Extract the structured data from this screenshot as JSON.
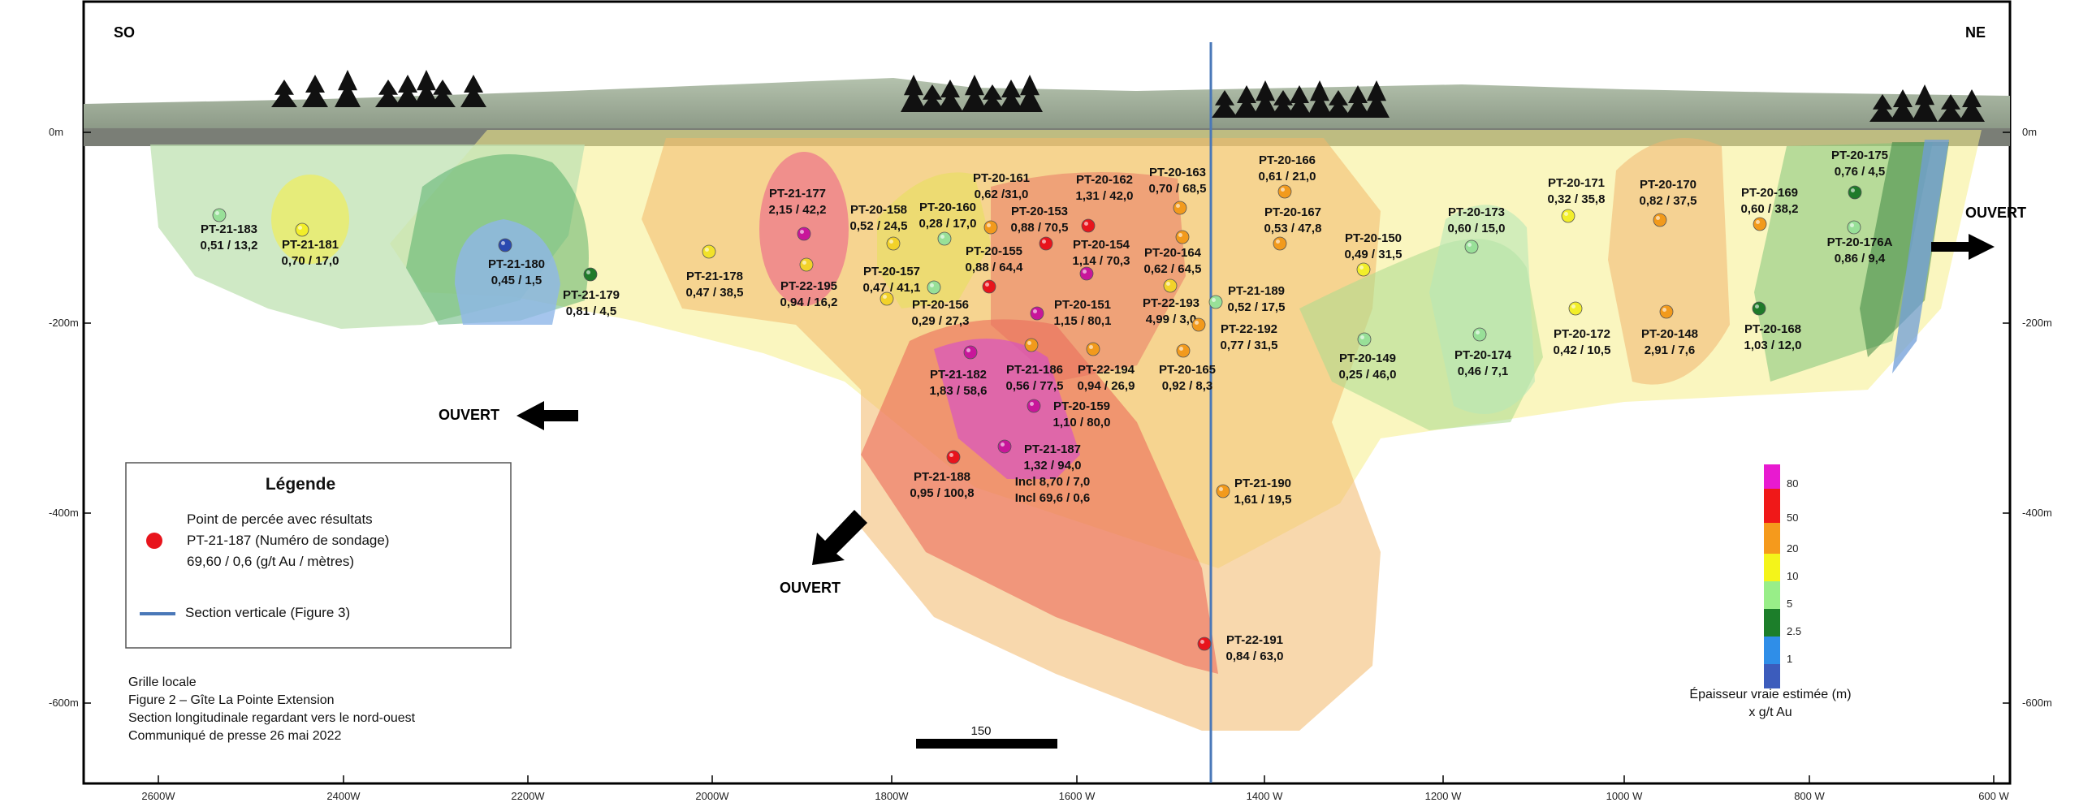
{
  "corners": {
    "left": "SO",
    "right": "NE"
  },
  "open_label": "OUVERT",
  "depth_labels": [
    {
      "value": 0,
      "label": "0m"
    },
    {
      "value": -200,
      "label": "-200m"
    },
    {
      "value": -400,
      "label": "-400m"
    },
    {
      "value": -600,
      "label": "-600m"
    }
  ],
  "x_ticks": [
    "2600W",
    "2400W",
    "2200W",
    "2000W",
    "1800W",
    "1600 W",
    "1400 W",
    "1200 W",
    "1000 W",
    "800 W",
    "600 W"
  ],
  "legend": {
    "title": "Légende",
    "line1": "Point de percée avec résultats",
    "line2": "PT-21-187 (Numéro de sondage)",
    "line3": "69,60 / 0,6 (g/t Au / mètres)",
    "section_label": "Section verticale (Figure 3)",
    "point_color": "#e8141c",
    "section_color": "#4a78b8"
  },
  "caption": [
    "Grille locale",
    "Figure 2 – Gîte La Pointe Extension",
    "Section longitudinale regardant vers le nord-ouest",
    "Communiqué de presse 26 mai 2022"
  ],
  "scale_bar": {
    "label": "150"
  },
  "color_scale": {
    "title_line1": "Épaisseur vraie estimée (m)",
    "title_line2": "x g/t Au",
    "bands": [
      {
        "label": "80",
        "color": "#e81ad0"
      },
      {
        "label": "50",
        "color": "#f01818"
      },
      {
        "label": "20",
        "color": "#f59a1c"
      },
      {
        "label": "10",
        "color": "#f4f41a"
      },
      {
        "label": "5",
        "color": "#98ee88"
      },
      {
        "label": "2.5",
        "color": "#1c7e2a"
      },
      {
        "label": "1",
        "color": "#2f8ee8"
      },
      {
        "label": "",
        "color": "#3c5cbc"
      }
    ]
  },
  "drill_holes": [
    {
      "id": "PT-21-183",
      "result": "0,51 / 13,2",
      "color": "#98e098"
    },
    {
      "id": "PT-21-181",
      "result": "0,70 / 17,0",
      "color": "#f2ee2a"
    },
    {
      "id": "PT-21-180",
      "result": "0,45 / 1,5",
      "color": "#2a4ab0"
    },
    {
      "id": "PT-21-179",
      "result": "0,81 / 4,5",
      "color": "#1f7a2a"
    },
    {
      "id": "PT-21-178",
      "result": "0,47 / 38,5",
      "color": "#f2e22a"
    },
    {
      "id": "PT-21-177",
      "result": "2,15 / 42,2",
      "color": "#c8169a"
    },
    {
      "id": "PT-22-195",
      "result": "0,94 / 16,2",
      "color": "#f2d22a"
    },
    {
      "id": "PT-20-158",
      "result": "0,52 / 24,5",
      "color": "#f2d22a"
    },
    {
      "id": "PT-20-160",
      "result": "0,28 / 17,0",
      "color": "#98e098"
    },
    {
      "id": "PT-20-161",
      "result": "0,62 /31,0",
      "color": "#f29a1c"
    },
    {
      "id": "PT-20-153",
      "result": "0,88 / 70,5",
      "color": "#e8141c"
    },
    {
      "id": "PT-20-162",
      "result": "1,31 / 42,0",
      "color": "#e8141c"
    },
    {
      "id": "PT-20-163",
      "result": "0,70 / 68,5",
      "color": "#f29a1c"
    },
    {
      "id": "PT-20-154",
      "result": "1,14 / 70,3",
      "color": "#c8169a"
    },
    {
      "id": "PT-20-155",
      "result": "0,88 / 64,4",
      "color": "#e8141c"
    },
    {
      "id": "PT-20-157",
      "result": "0,47 / 41,1",
      "color": "#f2d22a"
    },
    {
      "id": "PT-20-156",
      "result": "0,29 / 27,3",
      "color": "#98e098"
    },
    {
      "id": "PT-20-164",
      "result": "0,62 / 64,5",
      "color": "#f29a1c"
    },
    {
      "id": "PT-22-193",
      "result": "4,99 / 3,0",
      "color": "#f2d22a"
    },
    {
      "id": "PT-20-151",
      "result": "1,15 / 80,1",
      "color": "#c8169a"
    },
    {
      "id": "PT-21-182",
      "result": "1,83 / 58,6",
      "color": "#c8169a"
    },
    {
      "id": "PT-21-186",
      "result": "0,56 / 77,5",
      "color": "#f29a1c"
    },
    {
      "id": "PT-22-194",
      "result": "0,94 / 26,9",
      "color": "#f29a1c"
    },
    {
      "id": "PT-20-165",
      "result": "0,92 / 8,3",
      "color": "#f29a1c"
    },
    {
      "id": "PT-20-159",
      "result": "1,10 / 80,0",
      "color": "#c8169a"
    },
    {
      "id": "PT-21-187",
      "result": "1,32 / 94,0",
      "extra1": "Incl  8,70 / 7,0",
      "extra2": "Incl  69,6 / 0,6",
      "color": "#c8169a"
    },
    {
      "id": "PT-21-188",
      "result": "0,95 / 100,8",
      "color": "#e8141c"
    },
    {
      "id": "PT-20-166",
      "result": "0,61 / 21,0",
      "color": "#f29a1c"
    },
    {
      "id": "PT-20-167",
      "result": "0,53 / 47,8",
      "color": "#f29a1c"
    },
    {
      "id": "PT-21-189",
      "result": "0,52 / 17,5",
      "color": "#98e098"
    },
    {
      "id": "PT-22-192",
      "result": "0,77 / 31,5",
      "color": "#f29a1c"
    },
    {
      "id": "PT-20-150",
      "result": "0,49 / 31,5",
      "color": "#f2ee2a"
    },
    {
      "id": "PT-20-149",
      "result": "0,25 / 46,0",
      "color": "#98e098"
    },
    {
      "id": "PT-20-173",
      "result": "0,60 / 15,0",
      "color": "#98e098"
    },
    {
      "id": "PT-20-174",
      "result": "0,46 / 7,1",
      "color": "#98e098"
    },
    {
      "id": "PT-20-171",
      "result": "0,32 / 35,8",
      "color": "#f2ee2a"
    },
    {
      "id": "PT-20-172",
      "result": "0,42 / 10,5",
      "color": "#f2ee2a"
    },
    {
      "id": "PT-20-170",
      "result": "0,82 / 37,5",
      "color": "#f29a1c"
    },
    {
      "id": "PT-20-148",
      "result": "2,91 / 7,6",
      "color": "#f29a1c"
    },
    {
      "id": "PT-20-169",
      "result": "0,60 / 38,2",
      "color": "#f29a1c"
    },
    {
      "id": "PT-20-168",
      "result": "1,03 / 12,0",
      "color": "#1f7a2a"
    },
    {
      "id": "PT-20-175",
      "result": "0,76 / 4,5",
      "color": "#1f7a2a"
    },
    {
      "id": "PT-20-176A",
      "result": "0,86 / 9,4",
      "color": "#98e098"
    },
    {
      "id": "PT-21-190",
      "result": "1,61 / 19,5",
      "color": "#f29a1c"
    },
    {
      "id": "PT-22-191",
      "result": "0,84 / 63,0",
      "color": "#e8141c"
    }
  ]
}
